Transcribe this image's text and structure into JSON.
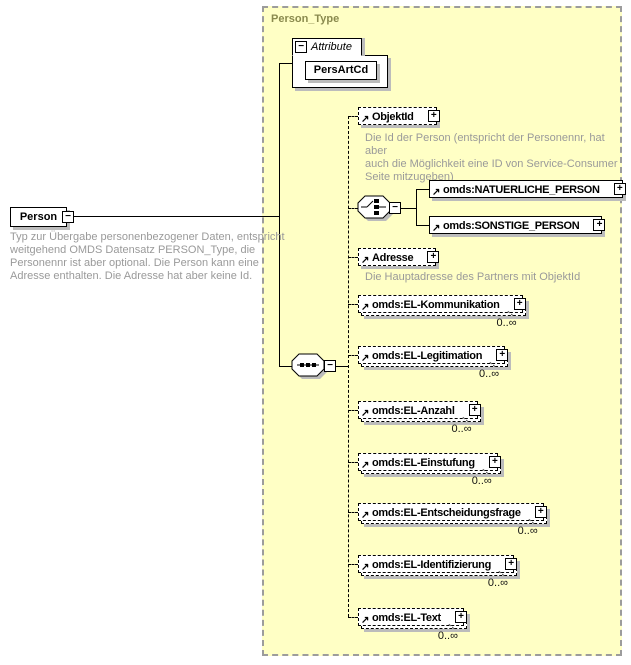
{
  "type": {
    "title": "Person_Type"
  },
  "root": {
    "name": "Person",
    "annotation": "Typ zur Übergabe personenbezogener Daten, entspricht\nweitgehend OMDS Datensatz PERSON_Type, die\nPersonennr ist aber optional. Die Person kann eine\nAdresse enthalten. Die Adresse hat aber keine Id."
  },
  "attributes": {
    "tab_label": "Attribute",
    "items": [
      {
        "name": "PersArtCd"
      }
    ]
  },
  "children": [
    {
      "name": "ObjektId",
      "annotation": "Die Id der Person (entspricht der Personennr, hat aber\nauch die Möglichkeit eine ID von Service-Consumer\nSeite mitzugeben)"
    },
    {
      "name": "omds:NATUERLICHE_PERSON"
    },
    {
      "name": "omds:SONSTIGE_PERSON"
    },
    {
      "name": "Adresse",
      "annotation": "Die Hauptadresse des Partners mit ObjektId"
    },
    {
      "name": "omds:EL-Kommunikation",
      "occurs": "0..∞"
    },
    {
      "name": "omds:EL-Legitimation",
      "occurs": "0..∞"
    },
    {
      "name": "omds:EL-Anzahl",
      "occurs": "0..∞"
    },
    {
      "name": "omds:EL-Einstufung",
      "occurs": "0..∞"
    },
    {
      "name": "omds:EL-Entscheidungsfrage",
      "occurs": "0..∞"
    },
    {
      "name": "omds:EL-Identifizierung",
      "occurs": "0..∞"
    },
    {
      "name": "omds:EL-Text",
      "occurs": "0..∞"
    }
  ],
  "colors": {
    "type_background": "#ffffc5",
    "type_border": "#9c9c9c",
    "type_title": "#8a8a4e",
    "annotation_text": "#9a9a9a",
    "box_shadow": "#bcbcbc"
  }
}
